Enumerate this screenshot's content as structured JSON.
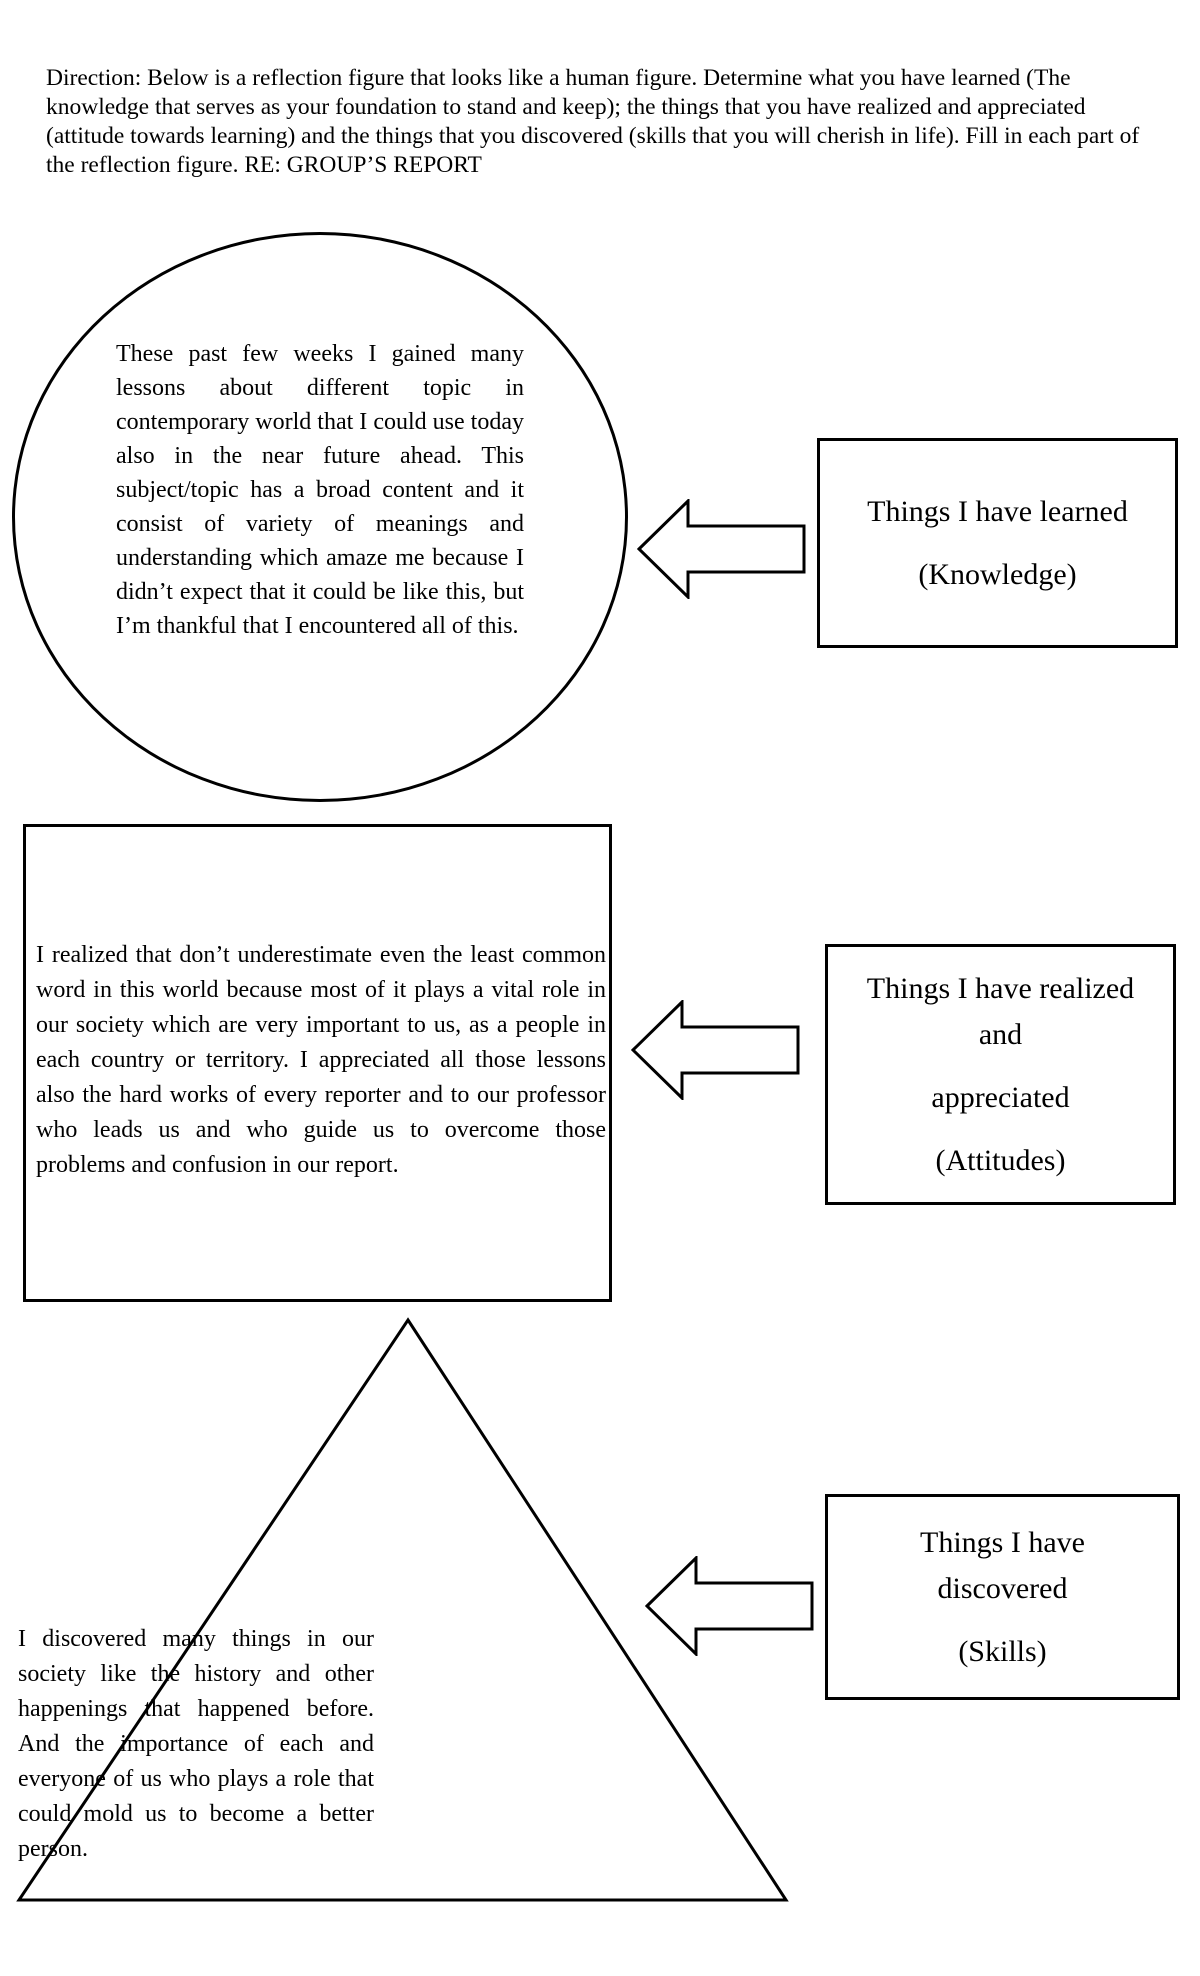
{
  "page": {
    "background": "#ffffff",
    "ink": "#000000"
  },
  "direction": {
    "text": "Direction: Below is a reflection figure that looks like a human figure. Determine what you have learned (The knowledge that serves as your foundation to stand and keep); the things that you have realized and appreciated (attitude towards learning) and the things that you discovered (skills that you will cherish in life). Fill in each part of the reflection figure. RE: GROUP’S REPORT"
  },
  "reflection_figure": {
    "circle_section": {
      "shape": "circle",
      "text": "These past few weeks I gained many lessons about different topic in contemporary world that I could use today also in the near future ahead. This subject/topic has a broad content and it consist of variety of meanings and understanding which amaze me because I didn’t expect that it could be like this, but I’m thankful that I encountered all of this.",
      "label": {
        "lines": [
          "Things I have learned",
          "(Knowledge)"
        ]
      }
    },
    "rectangle_section": {
      "shape": "rectangle",
      "text": "I realized that don’t underestimate even the least common word in this world because most of it plays a vital role in our society which are very important to us, as a people in each country or territory. I appreciated all those lessons also the hard works of every reporter and to our professor who leads us and who guide us to overcome those problems and confusion in our report.",
      "label": {
        "lines": [
          "Things I have realized",
          "and",
          "appreciated",
          "(Attitudes)"
        ]
      }
    },
    "triangle_section": {
      "shape": "triangle",
      "text": "I discovered many things in our society like the history and other happenings that happened before. And the importance of each and everyone of us who plays a role that could mold us to become a better person.",
      "label": {
        "lines": [
          "Things I have",
          "discovered",
          "(Skills)"
        ]
      }
    }
  }
}
